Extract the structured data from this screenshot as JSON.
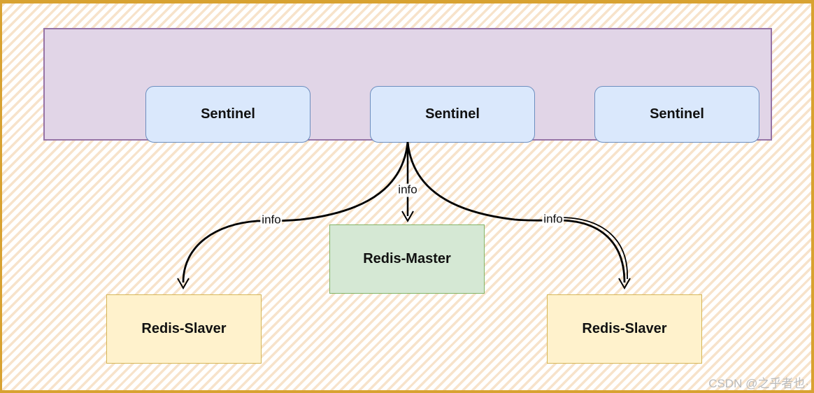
{
  "colors": {
    "frame": "#D8A231",
    "hatch": "#F7E3CB",
    "group-fill": "#E1D5E7",
    "group-stroke": "#9673A6",
    "sentinel-fill": "#DAE8FC",
    "sentinel-stroke": "#6C8EBF",
    "master-fill": "#D5E8D4",
    "master-stroke": "#82B366",
    "slave-fill": "#FFF2CC",
    "slave-stroke": "#D6B656",
    "edge": "#000000",
    "watermark": "#BBBBBB"
  },
  "nodes": {
    "sentinels": [
      {
        "label": "Sentinel"
      },
      {
        "label": "Sentinel"
      },
      {
        "label": "Sentinel"
      }
    ],
    "master": {
      "label": "Redis-Master"
    },
    "slaves": [
      {
        "label": "Redis-Slaver"
      },
      {
        "label": "Redis-Slaver"
      }
    ]
  },
  "edges": [
    {
      "id": "sentinels-to-master",
      "label": "info"
    },
    {
      "id": "sentinels-to-left-slave",
      "label": "info"
    },
    {
      "id": "sentinels-to-right-slave",
      "label": "info"
    }
  ],
  "watermark": {
    "text": "CSDN @之乎者也·"
  }
}
